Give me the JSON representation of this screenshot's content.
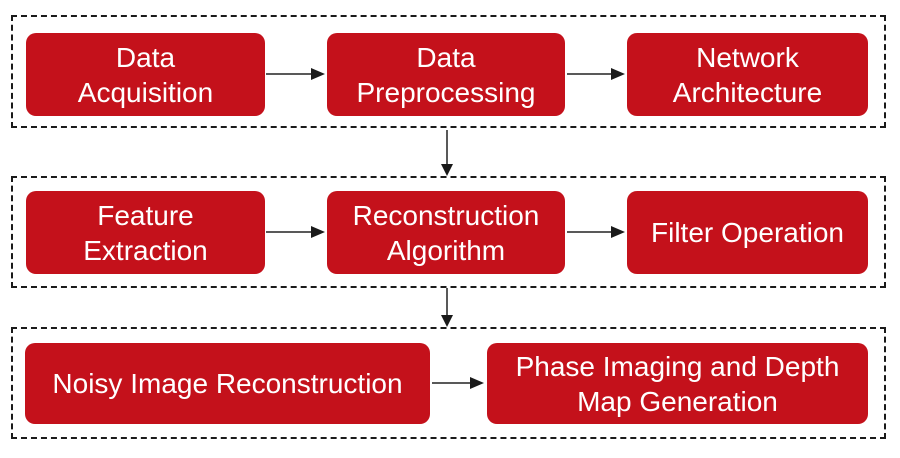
{
  "diagram": {
    "type": "flowchart",
    "background_color": "#ffffff",
    "node_fill_color": "#c4111b",
    "node_text_color": "#ffffff",
    "group_border_color": "#1a1a1a",
    "group_border_style": "dashed",
    "arrow_line_color": "#595959",
    "arrow_head_color": "#1a1a1a",
    "rows": [
      {
        "nodes": [
          "Data\nAcquisition",
          "Data\nPreprocessing",
          "Network\nArchitecture"
        ]
      },
      {
        "nodes": [
          "Feature\nExtraction",
          "Reconstruction\nAlgorithm",
          "Filter Operation"
        ]
      },
      {
        "nodes": [
          "Noisy Image Reconstruction",
          "Phase Imaging and Depth\nMap Generation"
        ]
      }
    ],
    "flow": [
      "Data Acquisition -> Data Preprocessing",
      "Data Preprocessing -> Network Architecture",
      "Row 1 -> Row 2",
      "Feature Extraction -> Reconstruction Algorithm",
      "Reconstruction Algorithm -> Filter Operation",
      "Row 2 -> Row 3",
      "Noisy Image Reconstruction -> Phase Imaging and Depth Map Generation"
    ]
  }
}
